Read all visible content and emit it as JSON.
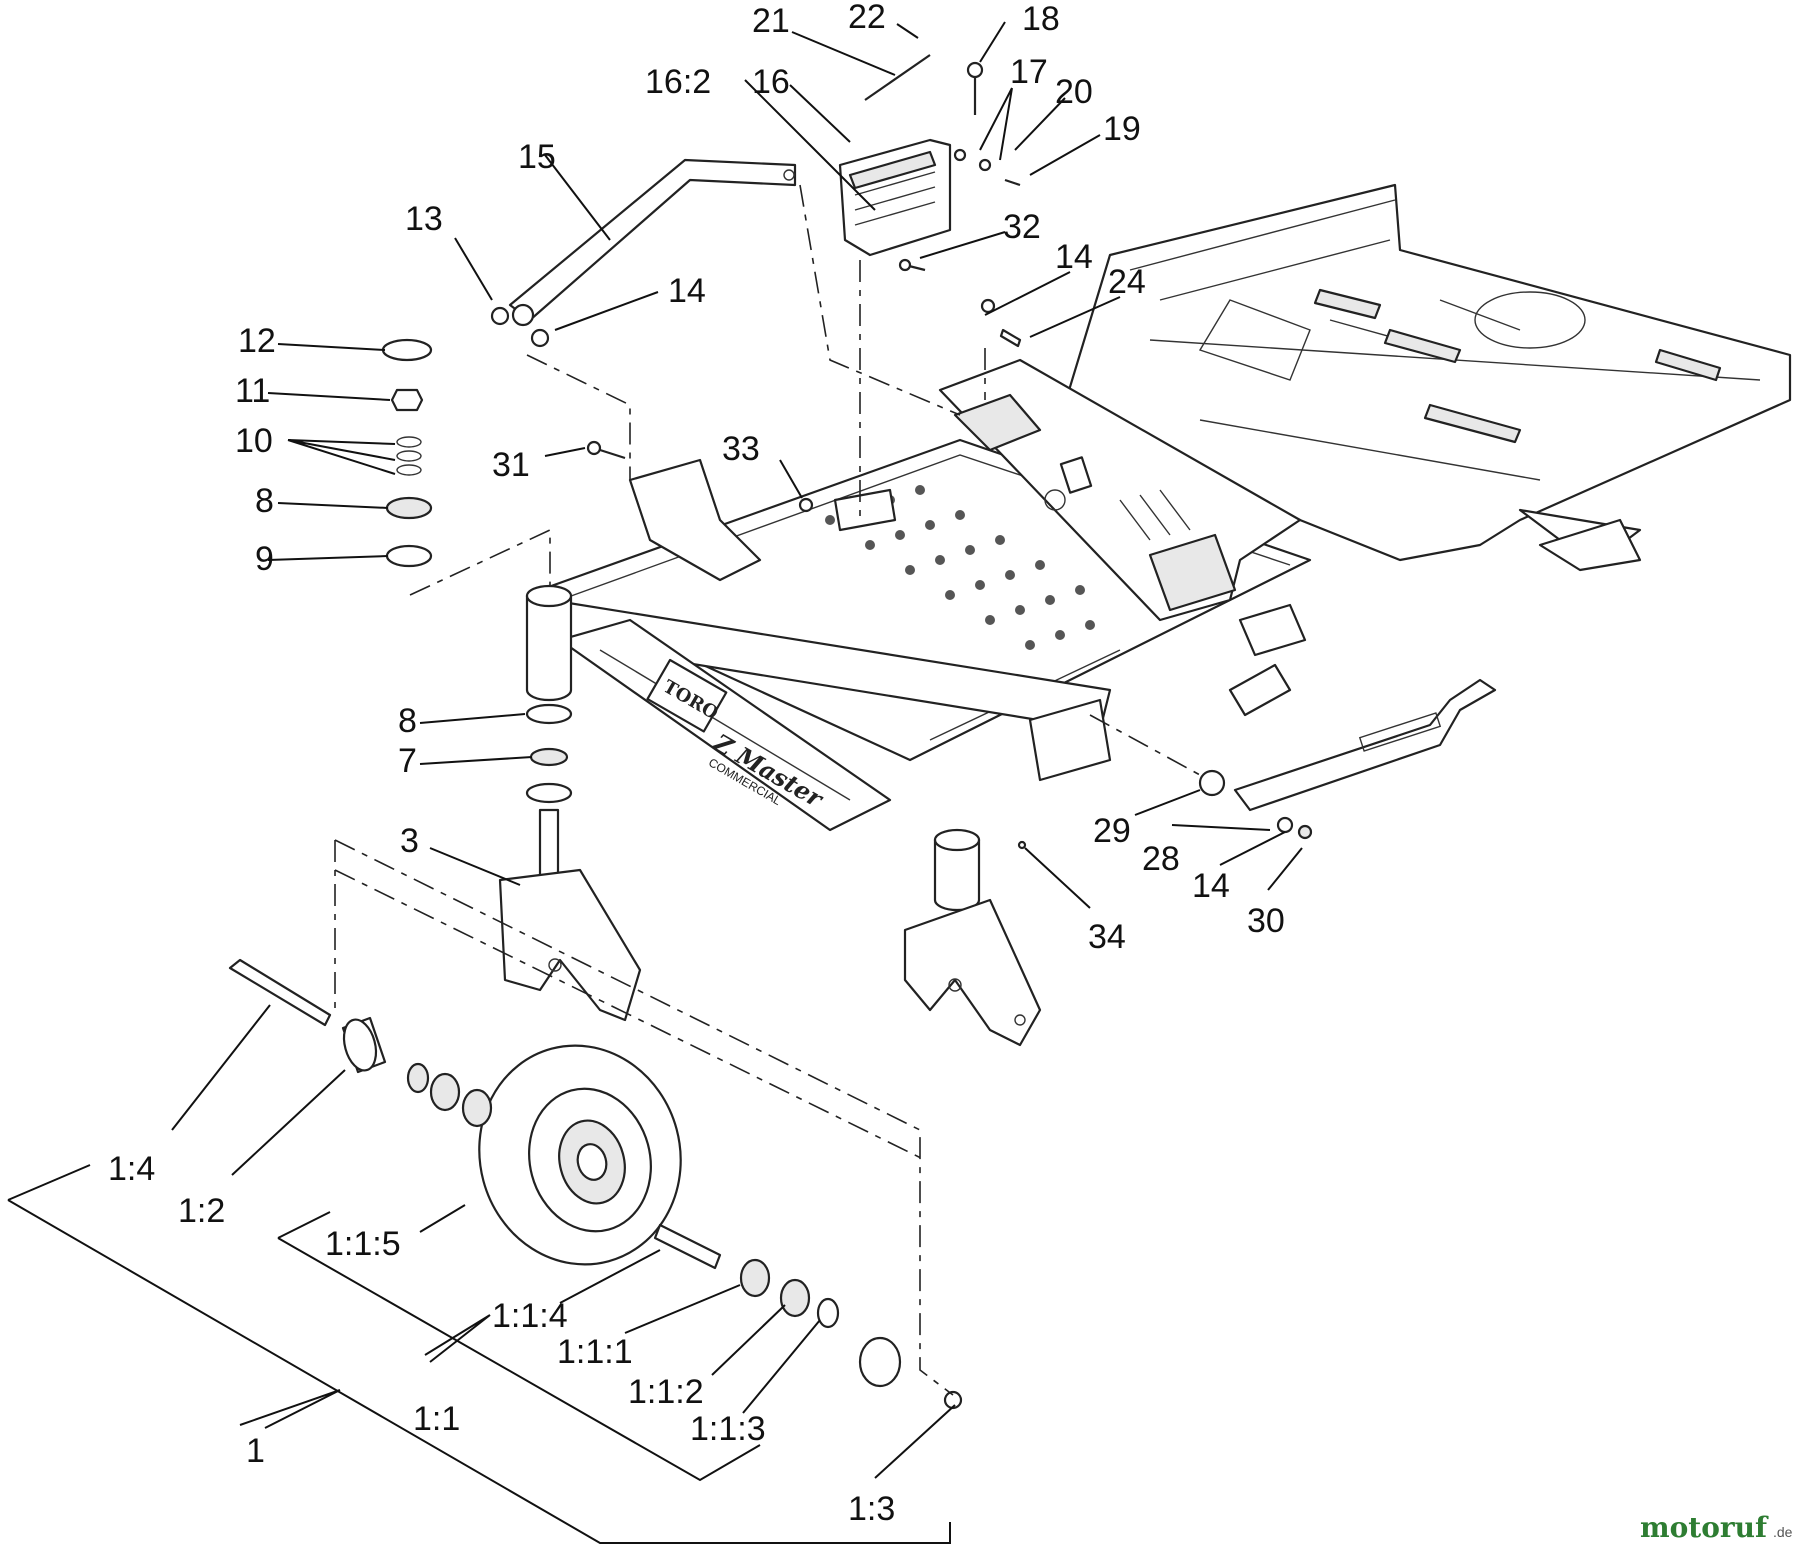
{
  "callouts": [
    "21",
    "22",
    "18",
    "17",
    "20",
    "19",
    "16:2",
    "16",
    "15",
    "13",
    "32",
    "14",
    "14",
    "24",
    "12",
    "11",
    "10",
    "8",
    "9",
    "31",
    "33",
    "8",
    "7",
    "3",
    "29",
    "28",
    "14",
    "30",
    "34",
    "1:4",
    "1:2",
    "1:1:5",
    "1:1:4",
    "1:1:1",
    "1:1:2",
    "1:1:3",
    "1:1",
    "1",
    "1:3"
  ],
  "decal_text": {
    "brand": "TORO",
    "model": "Z Master",
    "model_sub": "COMMERCIAL"
  },
  "watermark": {
    "name": "motoruf",
    "tld": ".de"
  },
  "colors": {
    "line": "#111111",
    "background": "#ffffff"
  }
}
